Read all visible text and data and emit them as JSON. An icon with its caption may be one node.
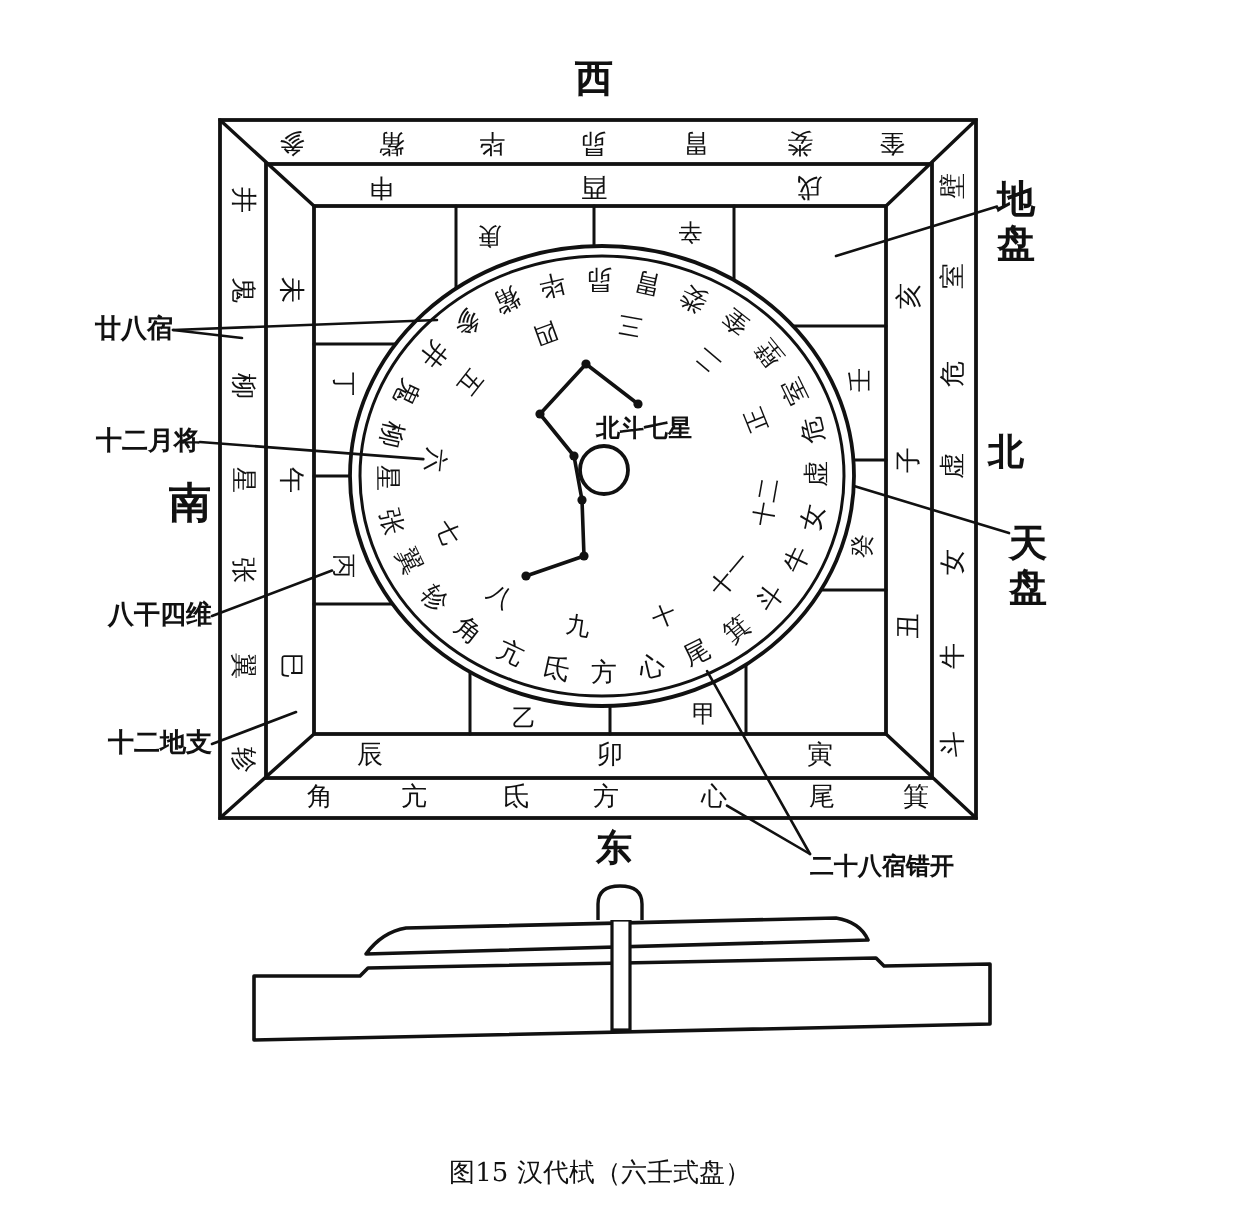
{
  "diagram": {
    "caption": "图15 汉代栻（六壬式盘）",
    "nodes": [
      {
        "text": [
          "地盘"
        ]
      },
      {
        "text": [
          "廿八宿"
        ]
      },
      {
        "text": [
          "十二月将"
        ]
      },
      {
        "text": [
          "天盘"
        ]
      },
      {
        "text": [
          "八干四维"
        ]
      },
      {
        "text": [
          "十二地支"
        ]
      },
      {
        "text": [
          "二十八宿错开"
        ]
      },
      {
        "text": [
          "六"
        ]
      },
      {
        "text": [
          "丙"
        ]
      },
      {
        "text": [
          "尾"
        ]
      },
      {
        "text": [
          "心"
        ]
      }
    ],
    "edges": [
      {
        "from": 0,
        "to": null,
        "arrow": "none"
      },
      {
        "from": 1,
        "to": null,
        "arrow": "none"
      },
      {
        "from": 1,
        "to": null,
        "arrow": "none"
      },
      {
        "from": 2,
        "to": 7,
        "arrow": "none"
      },
      {
        "from": 3,
        "to": null,
        "arrow": "none"
      },
      {
        "from": 4,
        "to": 8,
        "arrow": "none"
      },
      {
        "from": 5,
        "to": null,
        "arrow": "none"
      },
      {
        "from": 6,
        "to": 9,
        "arrow": "none"
      },
      {
        "from": 6,
        "to": 10,
        "arrow": "none"
      }
    ],
    "labels": [
      "西",
      "角",
      "亢",
      "氐",
      "方",
      "尾",
      "箕",
      "斗",
      "牛",
      "女",
      "虚",
      "危",
      "室",
      "壁",
      "奎",
      "娄",
      "胃",
      "昴",
      "毕",
      "觜",
      "参",
      "井",
      "鬼",
      "柳",
      "星",
      "张",
      "翼",
      "轸",
      "子",
      "丑",
      "寅",
      "卯",
      "辰",
      "巳",
      "午",
      "未",
      "申",
      "酉",
      "戌",
      "亥",
      "甲",
      "乙",
      "丁",
      "庚",
      "辛",
      "壬",
      "癸",
      "角",
      "亢",
      "氐",
      "方",
      "心",
      "箕",
      "斗",
      "牛",
      "女",
      "虚",
      "危",
      "室",
      "壁",
      "奎",
      "娄",
      "胃",
      "昴",
      "毕",
      "觜",
      "参",
      "井",
      "鬼",
      "柳",
      "星",
      "张",
      "翼",
      "轸",
      "正",
      "二",
      "三",
      "四",
      "五",
      "七",
      "八",
      "九",
      "十",
      "十一",
      "十二",
      "北斗七星",
      "南",
      "北",
      "东"
    ]
  }
}
